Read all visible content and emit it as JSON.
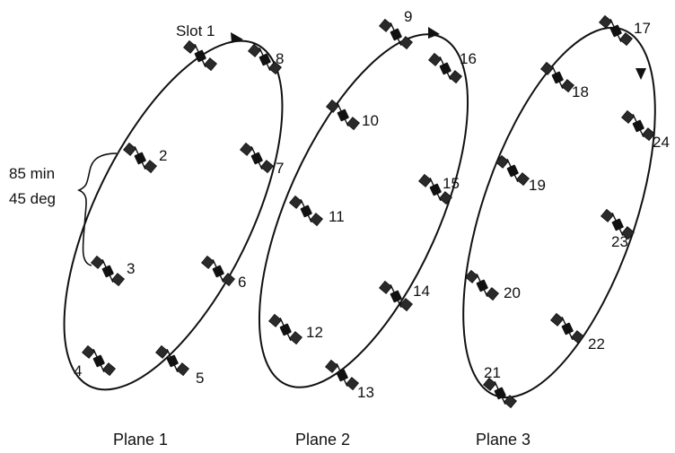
{
  "orbital_planes": [
    {
      "label": "Plane 1",
      "satellites": [
        "Slot 1",
        "2",
        "3",
        "4",
        "5",
        "6",
        "7",
        "8"
      ]
    },
    {
      "label": "Plane 2",
      "satellites": [
        "9",
        "10",
        "11",
        "12",
        "13",
        "14",
        "15",
        "16"
      ]
    },
    {
      "label": "Plane 3",
      "satellites": [
        "17",
        "18",
        "19",
        "20",
        "21",
        "22",
        "23",
        "24"
      ]
    }
  ],
  "spacing_annotation": {
    "line1": "85 min",
    "line2": "45 deg"
  },
  "icons": {
    "satellite": "satellite-icon",
    "direction": "direction-arrow-icon"
  }
}
